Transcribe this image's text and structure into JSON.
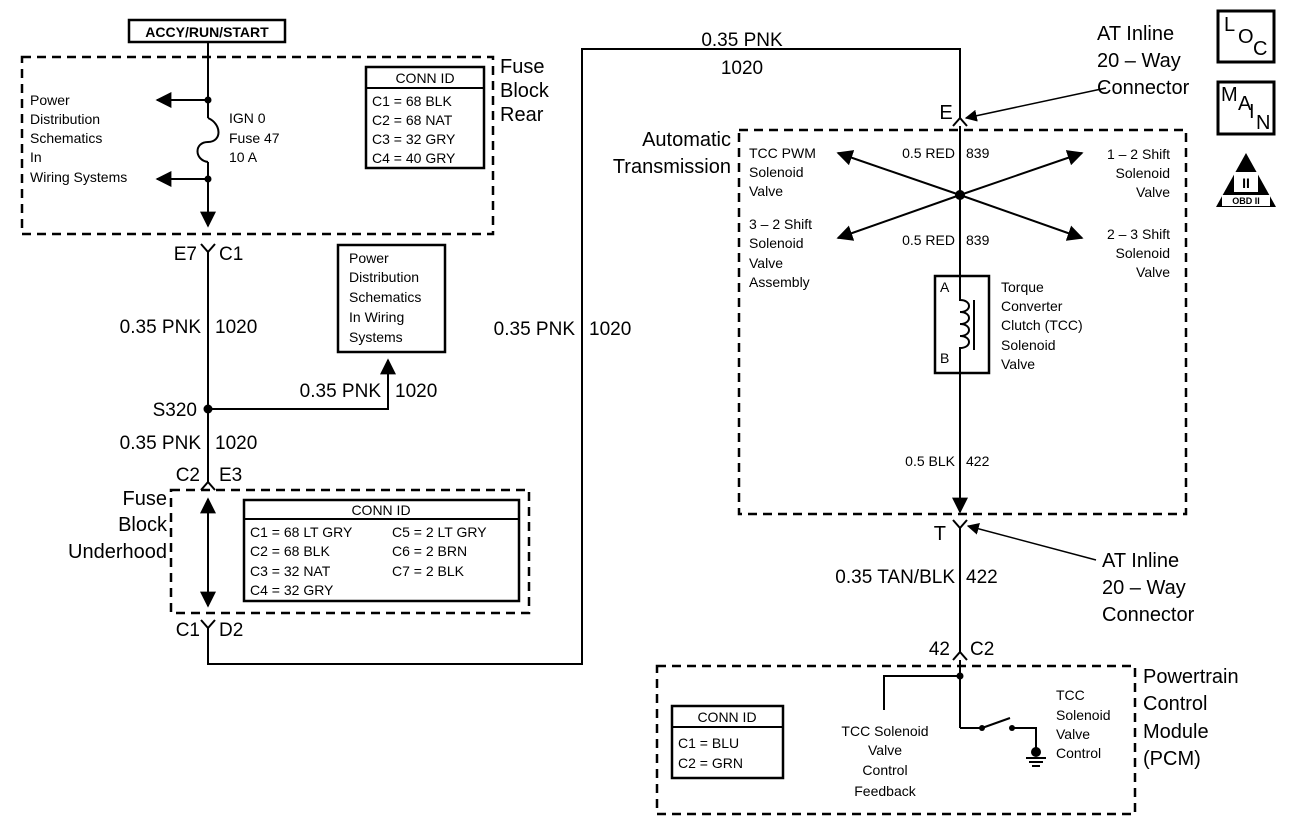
{
  "top_label": "ACCY/RUN/START",
  "fuse_block_rear": {
    "title": [
      "Fuse",
      "Block",
      "Rear"
    ],
    "power_dist": [
      "Power",
      "Distribution",
      "Schematics",
      "In",
      "Wiring Systems"
    ],
    "fuse": [
      "IGN 0",
      "Fuse  47",
      "10 A"
    ],
    "conn_title": "CONN ID",
    "conn": [
      "C1 = 68 BLK",
      "C2 = 68 NAT",
      "C3 = 32 GRY",
      "C4 = 40 GRY"
    ]
  },
  "conn_e7": "E7",
  "conn_c1_top": "C1",
  "wire1": "0.35 PNK",
  "wire1_num": "1020",
  "pds_box": [
    "Power",
    "Distribution",
    "Schematics",
    "In Wiring",
    "Systems"
  ],
  "splice": "S320",
  "wire2": "0.35 PNK",
  "wire2_num": "1020",
  "wire3": "0.35 PNK",
  "wire3_num": "1020",
  "conn_c2": "C2",
  "conn_e3": "E3",
  "fuse_block_underhood": {
    "title": [
      "Fuse",
      "Block",
      "Underhood"
    ],
    "conn_title": "CONN ID",
    "conn_left": [
      "C1 = 68 LT GRY",
      "C2 = 68 BLK",
      "C3 = 32 NAT",
      "C4 = 32 GRY"
    ],
    "conn_right": [
      "C5 = 2 LT GRY",
      "C6 = 2 BRN",
      "C7 = 2 BLK"
    ]
  },
  "conn_c1_bottom": "C1",
  "conn_d2": "D2",
  "wire4": "0.35 PNK",
  "wire4_num": "1020",
  "wire5": "0.35 PNK",
  "wire5_num": "1020",
  "at_inline_top": [
    "AT Inline",
    "20 – Way",
    "Connector"
  ],
  "conn_e": "E",
  "loc_icon": "LOC",
  "main_icon": "MAIN",
  "obd_icon": "OBD II",
  "obd_numeral": "II",
  "auto_trans": [
    "Automatic",
    "Transmission"
  ],
  "tcc_pwm": [
    "TCC PWM",
    "Solenoid",
    "Valve"
  ],
  "shift12": [
    "1 – 2 Shift",
    "Solenoid",
    "Valve"
  ],
  "shift32": [
    "3 – 2 Shift",
    "Solenoid",
    "Valve",
    "Assembly"
  ],
  "shift23": [
    "2 – 3 Shift",
    "Solenoid",
    "Valve"
  ],
  "red_top": "0.5 RED",
  "red_top_num": "839",
  "red_bot": "0.5 RED",
  "red_bot_num": "839",
  "tcc_coil_a": "A",
  "tcc_coil_b": "B",
  "tcc_solenoid": [
    "Torque",
    "Converter",
    "Clutch (TCC)",
    "Solenoid",
    "Valve"
  ],
  "blk_wire": "0.5 BLK",
  "blk_num": "422",
  "conn_t": "T",
  "at_inline_bottom": [
    "AT Inline",
    "20 – Way",
    "Connector"
  ],
  "tan_wire": "0.35 TAN/BLK",
  "tan_num": "422",
  "conn_42": "42",
  "conn_c2_pcm": "C2",
  "pcm": {
    "title": [
      "Powertrain",
      "Control",
      "Module",
      "(PCM)"
    ],
    "conn_title": "CONN ID",
    "conn": [
      "C1 = BLU",
      "C2 = GRN"
    ],
    "feedback": [
      "TCC Solenoid",
      "Valve",
      "Control",
      "Feedback"
    ],
    "control": [
      "TCC",
      "Solenoid",
      "Valve",
      "Control"
    ]
  }
}
